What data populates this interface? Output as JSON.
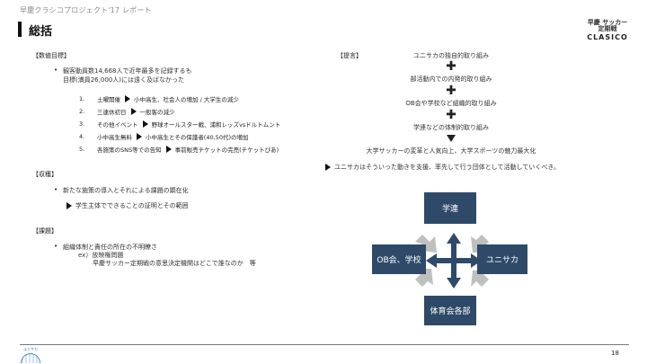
{
  "header": {
    "subtitle": "早慶クラシコプロジェクト'17 レポート",
    "title": "総括"
  },
  "logo": {
    "top": "早慶 サッカー定期戦",
    "main": "CLASICO"
  },
  "left": {
    "section1": {
      "heading": "【数値目標】",
      "bullet_line1": "観客動員数14,668人で近年最多を記録するも",
      "bullet_line2": "目標(満員26,000人)には遠く及ばなかった",
      "items": [
        {
          "num": "1.",
          "a": "土曜開催",
          "b": "小中高生、社会人の増加 / 大学生の減少"
        },
        {
          "num": "2.",
          "a": "三連休初日",
          "b": "一般客の減少"
        },
        {
          "num": "3.",
          "a": "その他イベント",
          "b": "野球オールスター戦、浦和レッズvsドルトムント"
        },
        {
          "num": "4.",
          "a": "小中高生無料",
          "b": "小中高生とその保護者(40,50代)の増加"
        },
        {
          "num": "5.",
          "a": "各施策のSNS等での告知",
          "b": "事前販売チケットの完売(チケットぴあ)"
        }
      ]
    },
    "section2": {
      "heading": "【収穫】",
      "bullet": "新たな施策の導入とそれによる課題の顕在化",
      "sub": "学生主体でできることの証明とその範囲"
    },
    "section3": {
      "heading": "【課題】",
      "bullet": "組織体制と責任の所在の不明瞭さ",
      "ex": "ex）放映権問題",
      "ex2": "早慶サッカー定期戦の意思決定機関はどこで誰なのか　等"
    }
  },
  "right": {
    "heading": "【提言】",
    "flow": [
      "ユニサカの独自的取り組み",
      "部活動内での内発的取り組み",
      "OB会や学校など組織的取り組み",
      "学連などの体制的取り組み"
    ],
    "plus_symbol": "✚",
    "result": "大学サッカーの変革と人気向上、大学スポーツの魅力最大化",
    "conclusion": "ユニサカはそういった動きを支援、率先して行う団体として活動していくべき。",
    "diagram": {
      "top": "学連",
      "left": "OB会、学校",
      "right": "ユニサカ",
      "bottom": "体育会各部",
      "box_color": "#2e4a68",
      "arrow_color": "#bfbfbf"
    }
  },
  "footer": {
    "page": "18",
    "logo_text": "ユニサカ"
  }
}
